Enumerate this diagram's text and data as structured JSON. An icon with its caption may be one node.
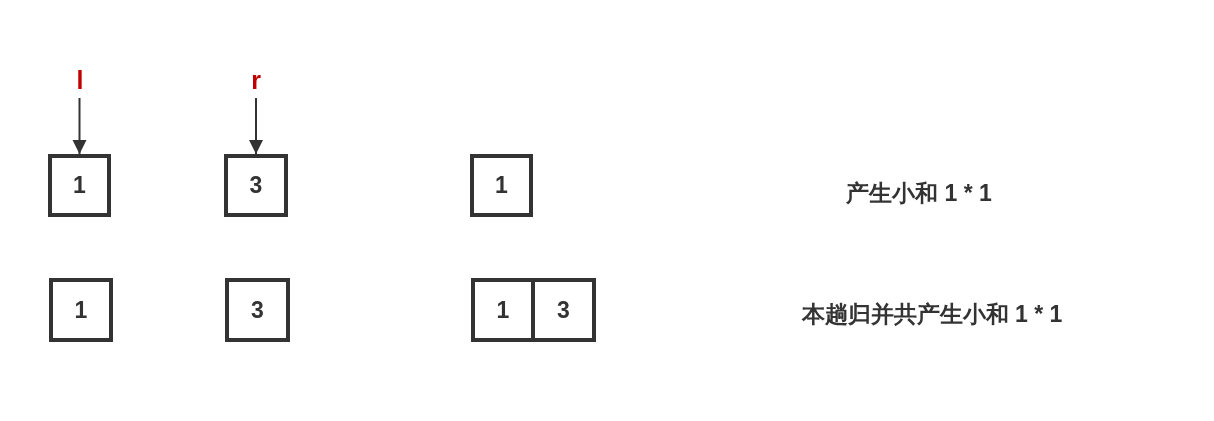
{
  "diagram": {
    "nodes": [
      {
        "text": [
          "l"
        ]
      },
      {
        "text": [
          "r"
        ]
      },
      {
        "text": [
          "1"
        ]
      },
      {
        "text": [
          "3"
        ]
      },
      {
        "text": [
          "1"
        ]
      },
      {
        "text": [
          "1"
        ]
      },
      {
        "text": [
          "3"
        ]
      },
      {
        "text": [
          "1"
        ]
      },
      {
        "text": [
          "3"
        ]
      }
    ],
    "edges": [
      {
        "from": 0,
        "to": 2,
        "arrow": "to"
      },
      {
        "from": 1,
        "to": 3,
        "arrow": "to"
      }
    ],
    "labels": [
      "产生小和 1 * 1",
      "本趟归并共产生小和 1 * 1"
    ]
  }
}
